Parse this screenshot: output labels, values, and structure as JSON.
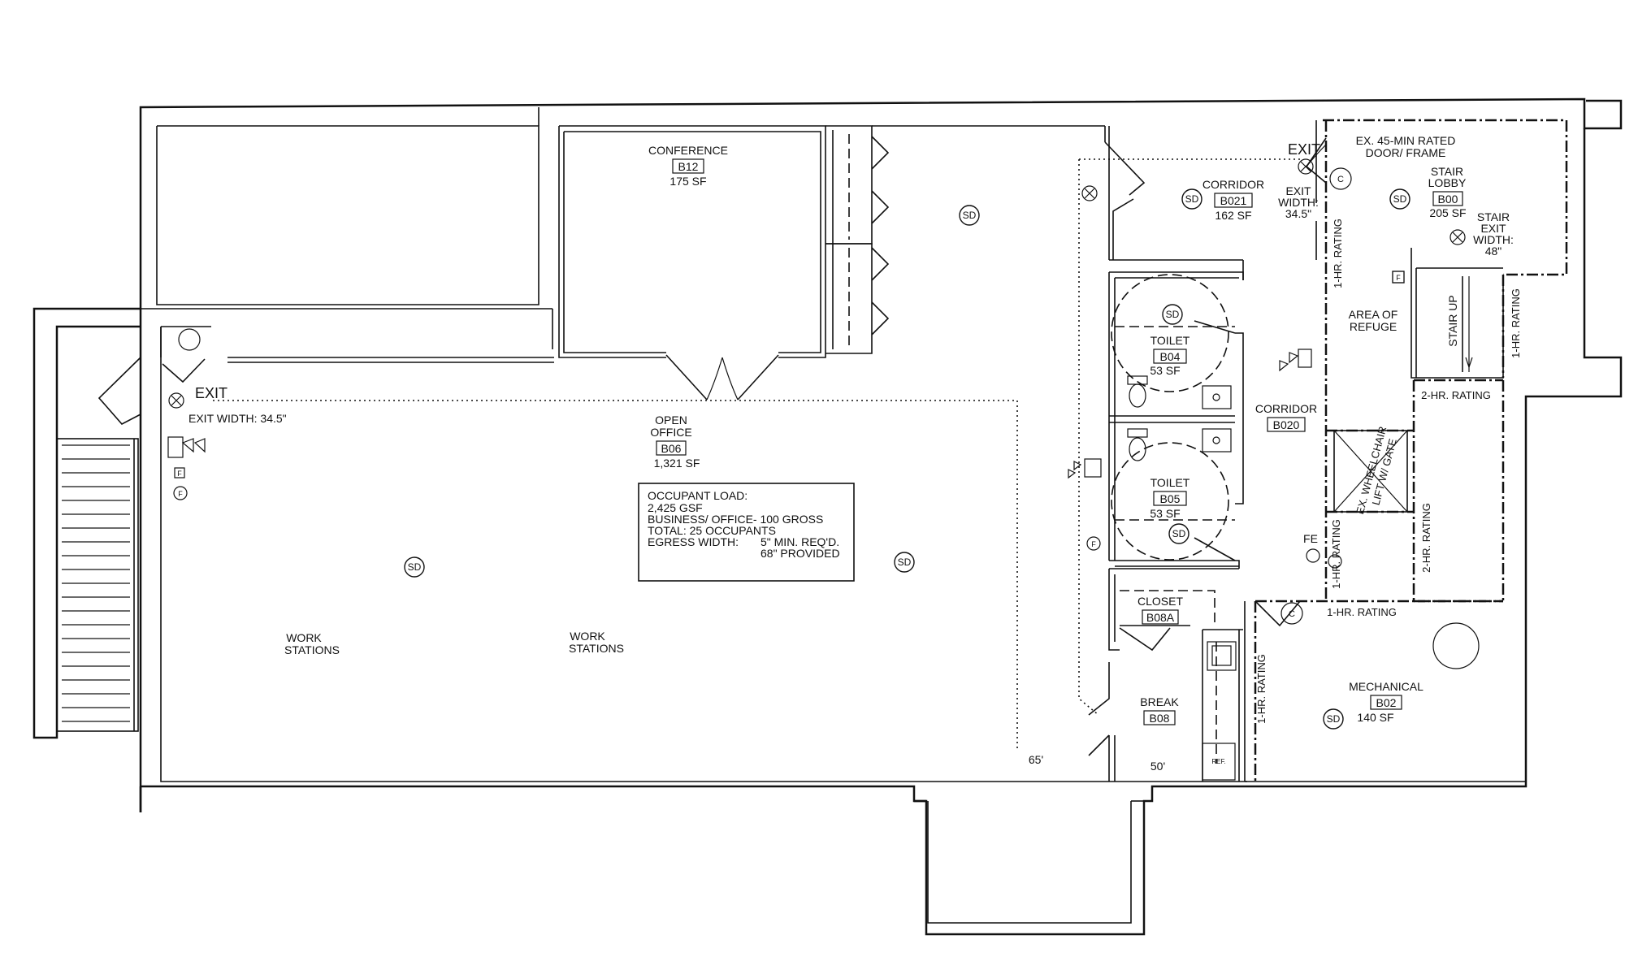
{
  "rooms": {
    "conference": {
      "name": "CONFERENCE",
      "number": "B12",
      "area": "175 SF"
    },
    "corridor_b021": {
      "name": "CORRIDOR",
      "number": "B021",
      "area": "162 SF"
    },
    "stair_lobby": {
      "name1": "STAIR",
      "name2": "LOBBY",
      "number": "B00",
      "area": "205 SF"
    },
    "open_office": {
      "name1": "OPEN",
      "name2": "OFFICE",
      "number": "B06",
      "area": "1,321 SF"
    },
    "toilet_b04": {
      "name": "TOILET",
      "number": "B04",
      "area": "53 SF"
    },
    "toilet_b05": {
      "name": "TOILET",
      "number": "B05",
      "area": "53 SF"
    },
    "corridor_b020": {
      "name": "CORRIDOR",
      "number": "B020"
    },
    "closet": {
      "name": "CLOSET",
      "number": "B08A"
    },
    "break": {
      "name": "BREAK",
      "number": "B08"
    },
    "mechanical": {
      "name": "MECHANICAL",
      "number": "B02",
      "area": "140 SF"
    }
  },
  "notes": {
    "door_rating1": "EX. 45-MIN RATED",
    "door_rating2": "DOOR/ FRAME",
    "area_of_refuge1": "AREA OF",
    "area_of_refuge2": "REFUGE",
    "stair_up": "STAIR UP",
    "wheelchair_lift1": "EX. WHEELCHAIR",
    "wheelchair_lift2": "LIFT W/ GATE",
    "work_stations1": "WORK",
    "work_stations2": "STATIONS",
    "fe": "FE",
    "ref": "REF.",
    "dim_65": "65'",
    "dim_50": "50'"
  },
  "ratings": {
    "one_hr": "1-HR. RATING",
    "two_hr": "2-HR. RATING"
  },
  "exits": {
    "exit_label": "EXIT",
    "west_exit_width": "EXIT WIDTH: 34.5\"",
    "corridor_exit1": "EXIT",
    "corridor_exit2": "WIDTH:",
    "corridor_exit3": "34.5\"",
    "stair_exit1": "STAIR",
    "stair_exit2": "EXIT",
    "stair_exit3": "WIDTH:",
    "stair_exit4": "48\""
  },
  "occupant_load": {
    "line1": "OCCUPANT LOAD:",
    "line2": "2,425 GSF",
    "line3": "BUSINESS/ OFFICE- 100 GROSS",
    "line4": "TOTAL: 25 OCCUPANTS",
    "line5a": "EGRESS WIDTH:",
    "line5b": "5\" MIN. REQ'D.",
    "line6": "68\" PROVIDED"
  },
  "symbols": {
    "smoke_detector": "SD",
    "fire_alarm": "F",
    "closer": "C"
  }
}
